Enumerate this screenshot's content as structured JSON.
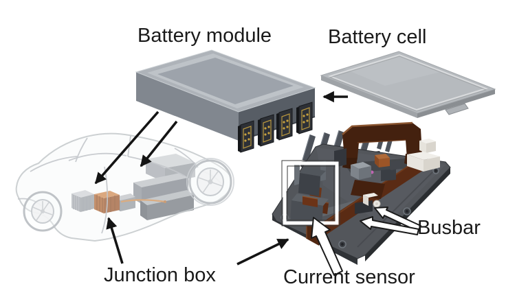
{
  "diagram": {
    "background": "#ffffff",
    "labels": {
      "battery_module": "Battery module",
      "battery_cell": "Battery cell",
      "junction_box": "Junction box",
      "current_sensor": "Current sensor",
      "busbar": "Busbar"
    }
  },
  "colors": {
    "label_text": "#1a1a1a",
    "arrow_black": "#141414",
    "callout_arrow_fill": "#ffffff",
    "callout_arrow_outline": "#1a1a1a",
    "highlight_box": "#ffffff",
    "module_top": "#aeb3b9",
    "module_rim": "#bec3c8",
    "module_recess": "#9da3ab",
    "module_side": "#81878f",
    "module_front": "#575d65",
    "connector_body": "#2d3036",
    "connector_pin": "#c8a23f",
    "cell_top": "#b6babe",
    "cell_edge": "#9fa3a7",
    "plate_top": "#53565b",
    "plate_edge": "#303337",
    "fin_gray": "#4d525a",
    "copper_dark": "#44210f",
    "copper_mid": "#5a2b14",
    "copper_light": "#8a5530",
    "white_connector": "#f0eee9",
    "car_body_line": "#c9cdd0",
    "car_module_gray": "#c6cacd",
    "car_junction_orange": "#c97c3e"
  }
}
